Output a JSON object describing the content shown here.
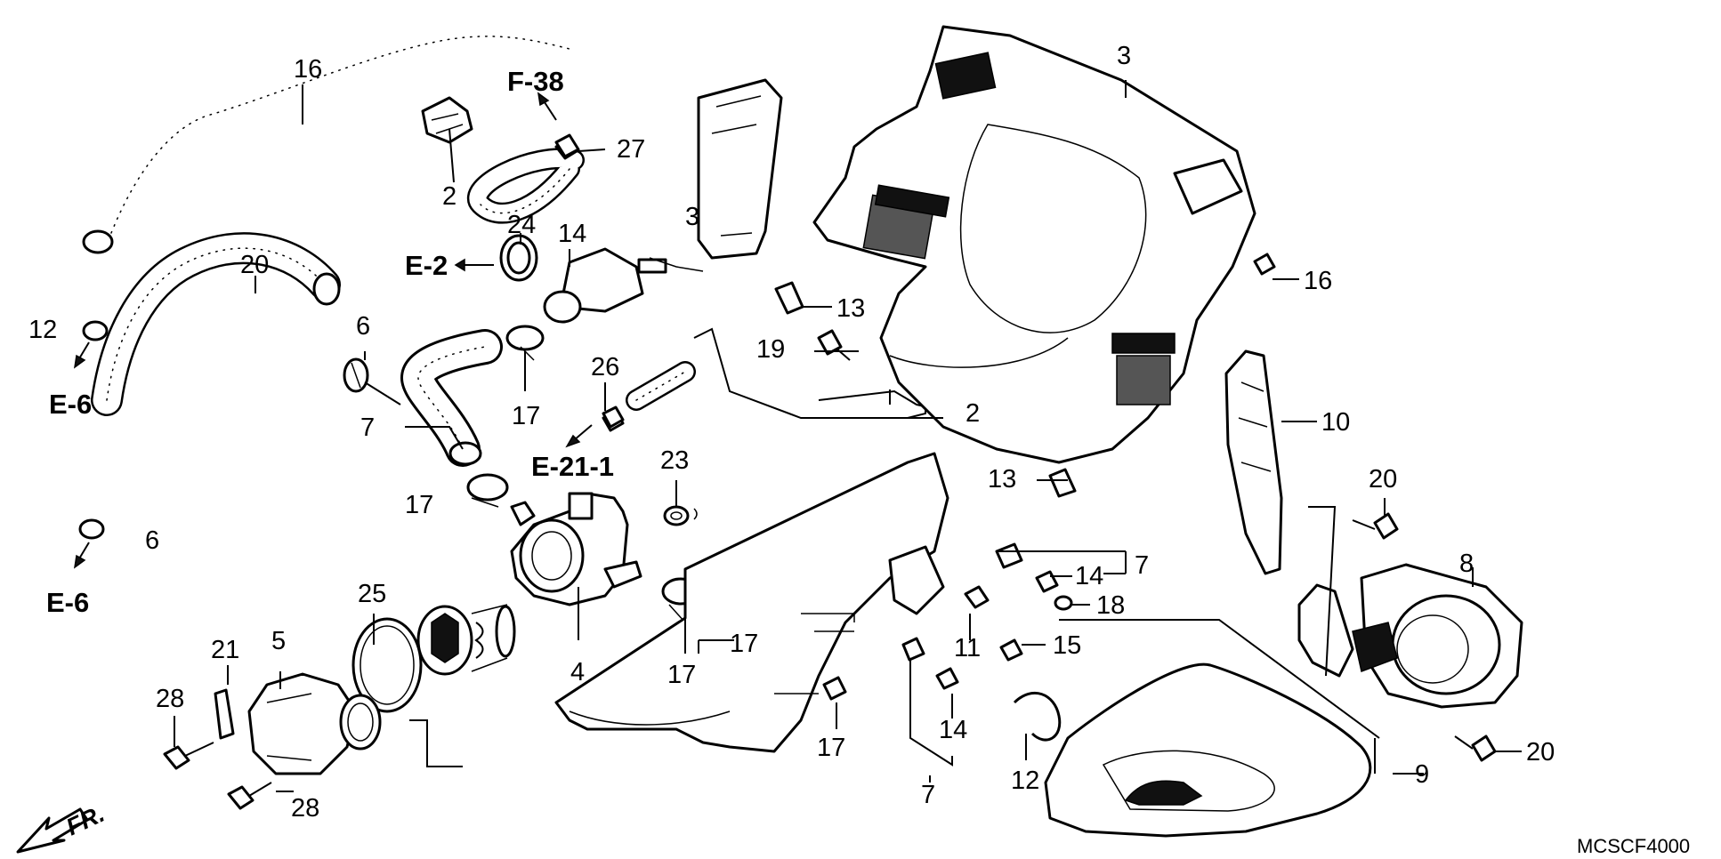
{
  "diagram": {
    "code": "MCSCF4000",
    "direction_label": "FR.",
    "callouts": [
      "16",
      "2",
      "27",
      "3",
      "24",
      "14",
      "20",
      "12",
      "6",
      "7",
      "26",
      "17",
      "E-2",
      "E-6",
      "E-6",
      "F-38",
      "E-21-1",
      "23",
      "25",
      "4",
      "5",
      "21",
      "28",
      "28",
      "13",
      "19",
      "2",
      "16",
      "13",
      "10",
      "20",
      "7",
      "14",
      "18",
      "8",
      "11",
      "15",
      "17",
      "17",
      "14",
      "12",
      "7",
      "9",
      "20",
      "17",
      "17",
      "3",
      "6"
    ]
  }
}
